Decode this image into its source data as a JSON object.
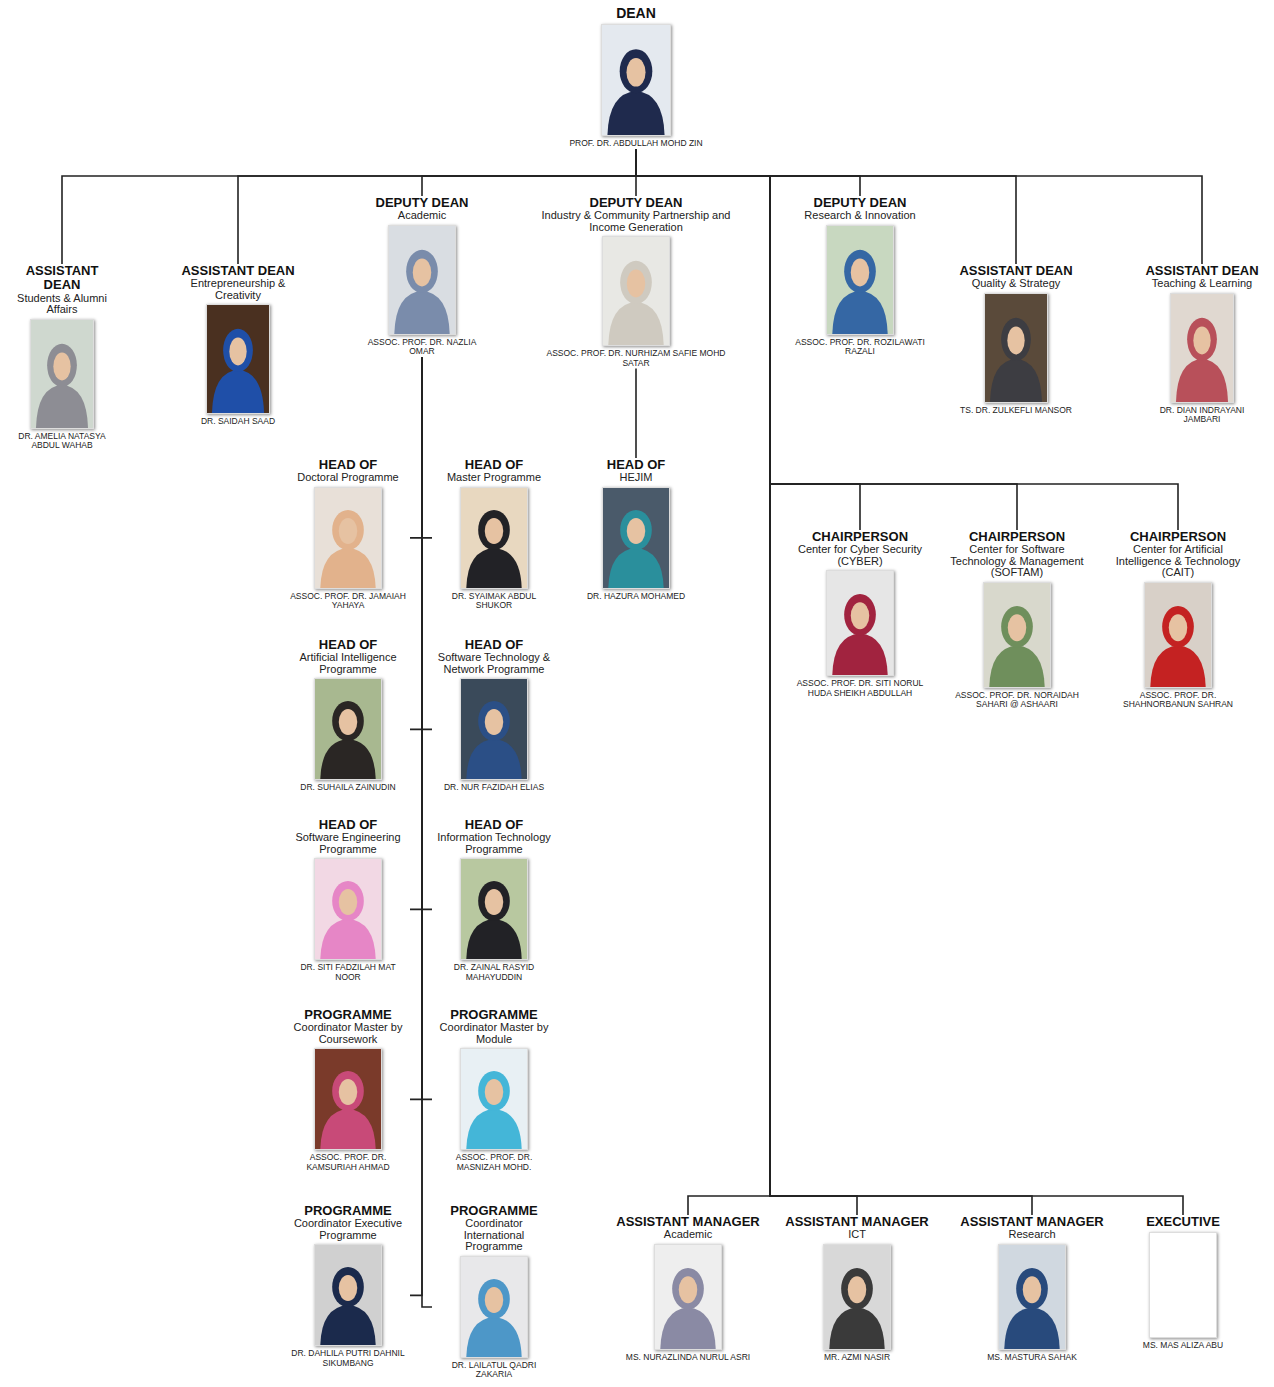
{
  "diagram": {
    "nodes": [
      {
        "text": [
          "DEAN",
          "PROF. DR. ABDULLAH MOHD ZIN"
        ]
      },
      {
        "text": [
          "ASSISTANT DEAN",
          "Students & Alumni Affairs",
          "DR. AMELIA NATASYA ABDUL WAHAB"
        ]
      },
      {
        "text": [
          "ASSISTANT DEAN",
          "Entrepreneurship & Creativity",
          "DR. SAIDAH SAAD"
        ]
      },
      {
        "text": [
          "DEPUTY DEAN",
          "Academic",
          "ASSOC. PROF. DR. NAZLIA OMAR"
        ]
      },
      {
        "text": [
          "DEPUTY DEAN",
          "Industry & Community Partnership and Income Generation",
          "ASSOC. PROF. DR. NURHIZAM SAFIE MOHD SATAR"
        ]
      },
      {
        "text": [
          "DEPUTY DEAN",
          "Research & Innovation",
          "ASSOC. PROF. DR. ROZILAWATI RAZALI"
        ]
      },
      {
        "text": [
          "ASSISTANT DEAN",
          "Quality & Strategy",
          "TS. DR. ZULKEFLI MANSOR"
        ]
      },
      {
        "text": [
          "ASSISTANT DEAN",
          "Teaching & Learning",
          "DR. DIAN INDRAYANI JAMBARI"
        ]
      },
      {
        "text": [
          "HEAD OF",
          "Doctoral Programme",
          "ASSOC. PROF. DR. JAMAIAH YAHAYA"
        ]
      },
      {
        "text": [
          "HEAD OF",
          "Master Programme",
          "DR. SYAIMAK ABDUL SHUKOR"
        ]
      },
      {
        "text": [
          "HEAD OF",
          "HEJIM",
          "DR. HAZURA MOHAMED"
        ]
      },
      {
        "text": [
          "CHAIRPERSON",
          "Center for Cyber Security (CYBER)",
          "ASSOC. PROF. DR. SITI NORUL HUDA SHEIKH ABDULLAH"
        ]
      },
      {
        "text": [
          "CHAIRPERSON",
          "Center for Software Technology & Management (SOFTAM)",
          "ASSOC. PROF. DR. NORAIDAH SAHARI @ ASHAARI"
        ]
      },
      {
        "text": [
          "CHAIRPERSON",
          "Center for Artificial Intelligence & Technology (CAIT)",
          "ASSOC. PROF. DR. SHAHNORBANUN SAHRAN"
        ]
      },
      {
        "text": [
          "HEAD OF",
          "Artificial Intelligence Programme",
          "DR. SUHAILA ZAINUDIN"
        ]
      },
      {
        "text": [
          "HEAD OF",
          "Software Technology & Network Programme",
          "DR. NUR FAZIDAH ELIAS"
        ]
      },
      {
        "text": [
          "HEAD OF",
          "Software Engineering Programme",
          "DR. SITI FADZILAH MAT NOOR"
        ]
      },
      {
        "text": [
          "HEAD OF",
          "Information Technology Programme",
          "DR. ZAINAL RASYID MAHAYUDDIN"
        ]
      },
      {
        "text": [
          "PROGRAMME",
          "Coordinator Master by Coursework",
          "ASSOC. PROF. DR. KAMSURIAH AHMAD"
        ]
      },
      {
        "text": [
          "PROGRAMME",
          "Coordinator Master by Module",
          "ASSOC. PROF. DR. MASNIZAH MOHD."
        ]
      },
      {
        "text": [
          "PROGRAMME",
          "Coordinator Executive Programme",
          "DR. DAHLILA PUTRI DAHNIL SIKUMBANG"
        ]
      },
      {
        "text": [
          "PROGRAMME",
          "Coordinator International Programme",
          "DR. LAILATUL QADRI ZAKARIA"
        ]
      },
      {
        "text": [
          "ASSISTANT MANAGER",
          "Academic",
          "MS. NURAZLINDA NURUL ASRI"
        ]
      },
      {
        "text": [
          "ASSISTANT MANAGER",
          "ICT",
          "MR. AZMI NASIR"
        ]
      },
      {
        "text": [
          "ASSISTANT MANAGER",
          "Research",
          "MS. MASTURA SAHAK"
        ]
      },
      {
        "text": [
          "EXECUTIVE",
          "MS. MAS ALIZA ABU"
        ]
      }
    ],
    "edges": [
      {
        "from": 0,
        "to": 1,
        "arrow": "none"
      },
      {
        "from": 0,
        "to": 2,
        "arrow": "none"
      },
      {
        "from": 0,
        "to": 3,
        "arrow": "none"
      },
      {
        "from": 0,
        "to": 4,
        "arrow": "none"
      },
      {
        "from": 0,
        "to": 5,
        "arrow": "none"
      },
      {
        "from": 0,
        "to": 6,
        "arrow": "none"
      },
      {
        "from": 0,
        "to": 7,
        "arrow": "none"
      },
      {
        "from": 0,
        "to": 11,
        "arrow": "none"
      },
      {
        "from": 0,
        "to": 12,
        "arrow": "none"
      },
      {
        "from": 0,
        "to": 13,
        "arrow": "none"
      },
      {
        "from": 0,
        "to": 22,
        "arrow": "none"
      },
      {
        "from": 0,
        "to": 23,
        "arrow": "none"
      },
      {
        "from": 0,
        "to": 24,
        "arrow": "none"
      },
      {
        "from": 0,
        "to": 25,
        "arrow": "none"
      },
      {
        "from": 3,
        "to": 8,
        "arrow": "none"
      },
      {
        "from": 3,
        "to": 9,
        "arrow": "none"
      },
      {
        "from": 3,
        "to": 14,
        "arrow": "none"
      },
      {
        "from": 3,
        "to": 15,
        "arrow": "none"
      },
      {
        "from": 3,
        "to": 16,
        "arrow": "none"
      },
      {
        "from": 3,
        "to": 17,
        "arrow": "none"
      },
      {
        "from": 3,
        "to": 18,
        "arrow": "none"
      },
      {
        "from": 3,
        "to": 19,
        "arrow": "none"
      },
      {
        "from": 3,
        "to": 20,
        "arrow": "none"
      },
      {
        "from": 3,
        "to": 21,
        "arrow": "none"
      },
      {
        "from": 4,
        "to": 10,
        "arrow": "none"
      }
    ]
  }
}
